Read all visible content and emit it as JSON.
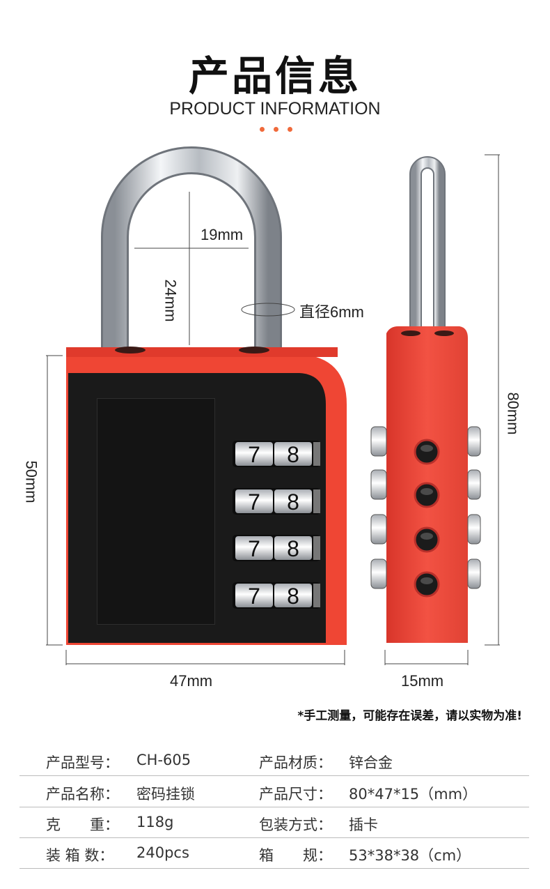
{
  "header": {
    "title": "产品信息",
    "subtitle": "PRODUCT INFORMATION"
  },
  "dimensions": {
    "shackle_inner_width": "19mm",
    "shackle_height": "24mm",
    "shackle_diameter": "直径6mm",
    "body_height": "50mm",
    "total_height": "80mm",
    "body_width": "47mm",
    "body_depth": "15mm"
  },
  "dial_digits": [
    "7",
    "8"
  ],
  "colors": {
    "body_red": "#ef4634",
    "face_black": "#1a1a1a",
    "accent_dot": "#f06a3b"
  },
  "note": "*手工测量，可能存在误差，请以实物为准!",
  "specs": [
    {
      "k1": "产品型号：",
      "v1": "CH-605",
      "k2": "产品材质：",
      "v2": "锌合金"
    },
    {
      "k1": "产品名称：",
      "v1": "密码挂锁",
      "k2": "产品尺寸：",
      "v2": "80*47*15（mm）"
    },
    {
      "k1": "克　　重：",
      "v1": "118g",
      "k2": "包装方式：",
      "v2": "插卡"
    },
    {
      "k1": "装 箱 数：",
      "v1": "240pcs",
      "k2": "箱　　规：",
      "v2": "53*38*38（cm）"
    }
  ]
}
